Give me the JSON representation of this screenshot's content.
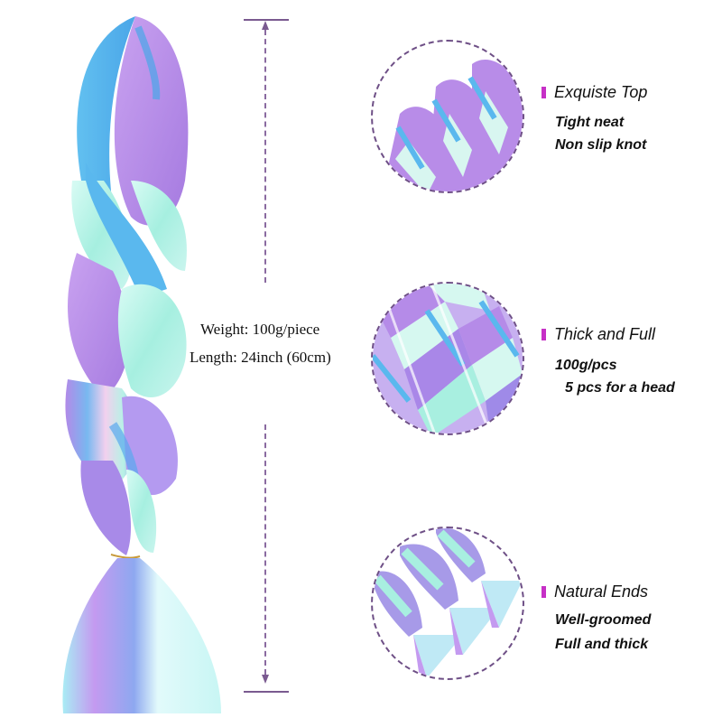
{
  "measurement": {
    "weight": "Weight: 100g/piece",
    "length": "Length: 24inch (60cm)"
  },
  "features": [
    {
      "title": "Exquiste Top",
      "lines": [
        "Tight neat",
        "Non slip knot"
      ]
    },
    {
      "title": "Thick and Full",
      "lines": [
        "100g/pcs",
        "5 pcs for a head"
      ]
    },
    {
      "title": "Natural Ends",
      "lines": [
        "Well-groomed",
        "Full and thick"
      ]
    }
  ],
  "colors": {
    "accent_bar": "#c630c6",
    "dashed_circle": "#6e4f86",
    "measure_line": "#7a5a90",
    "hair_purple": "#b58be8",
    "hair_blue": "#5ab8ee",
    "hair_mint": "#a8f0e0",
    "hair_pink": "#f0c8e8"
  }
}
